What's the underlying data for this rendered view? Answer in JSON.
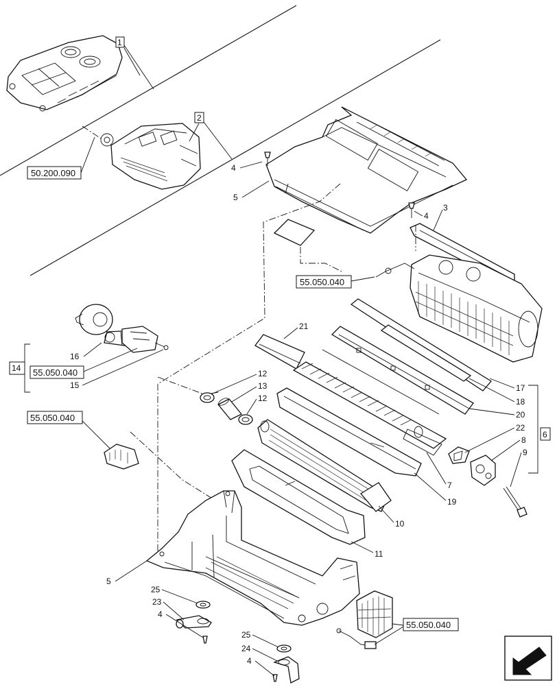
{
  "callouts": {
    "c1": "1",
    "c2": "2",
    "c3": "3",
    "c4a": "4",
    "c4b": "4",
    "c4c": "4",
    "c4d": "4",
    "c5a": "5",
    "c5b": "5",
    "c6": "6",
    "c7": "7",
    "c8": "8",
    "c9": "9",
    "c10": "10",
    "c11": "11",
    "c12a": "12",
    "c12b": "12",
    "c13": "13",
    "c14": "14",
    "c15": "15",
    "c16": "16",
    "c17": "17",
    "c18": "18",
    "c19": "19",
    "c20": "20",
    "c21": "21",
    "c22": "22",
    "c23": "23",
    "c24": "24",
    "c25a": "25",
    "c25b": "25"
  },
  "references": {
    "ref_top_left": "50.200.090",
    "ref_evaporator": "55.050.040",
    "ref_sensor": "55.050.040",
    "ref_connector": "55.050.040",
    "ref_resistor": "55.050.040"
  },
  "icons": [
    "next-page-arrow-icon"
  ],
  "colors": {
    "line": "#111111",
    "background": "#ffffff"
  }
}
